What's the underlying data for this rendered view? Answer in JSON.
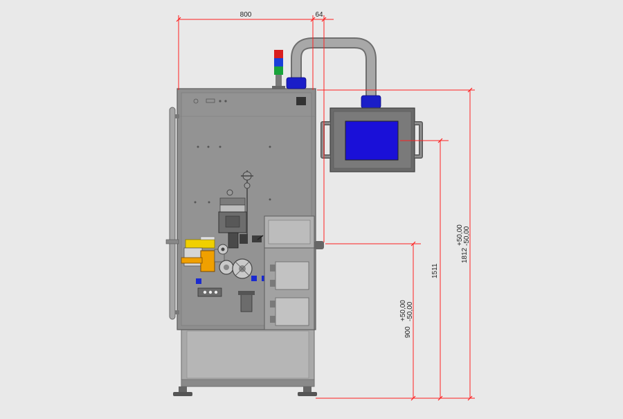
{
  "dimensions": {
    "width_main": "800",
    "width_offset": "64",
    "height_total": "1812",
    "height_total_tol_plus": "+50,00",
    "height_total_tol_minus": "-50,00",
    "height_screen": "1511",
    "height_table": "900",
    "height_table_tol_plus": "+50,00",
    "height_table_tol_minus": "-50,00"
  },
  "colors": {
    "background": "#e9e9e9",
    "dimension_line": "#ff2020",
    "cabinet": "#8e8e8e",
    "screen": "#1a10d8",
    "beacon_red": "#d81e1e",
    "beacon_green": "#18a23a",
    "beacon_blue": "#1a3fd8",
    "label_yellow": "#f0d000",
    "motor_orange": "#f0a000"
  },
  "icons": {
    "signal_tower": "signal-tower-icon",
    "operator_panel": "monitor-icon",
    "handwheel": "handwheel-icon"
  }
}
